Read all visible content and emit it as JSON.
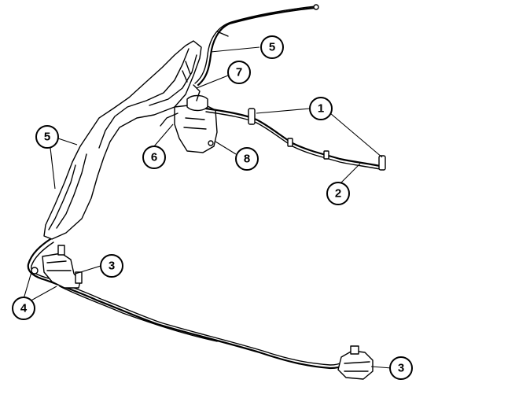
{
  "callouts": {
    "c1": "1",
    "c2": "2",
    "c3a": "3",
    "c3b": "3",
    "c4": "4",
    "c5a": "5",
    "c5b": "5",
    "c6": "6",
    "c7": "7",
    "c8": "8"
  }
}
